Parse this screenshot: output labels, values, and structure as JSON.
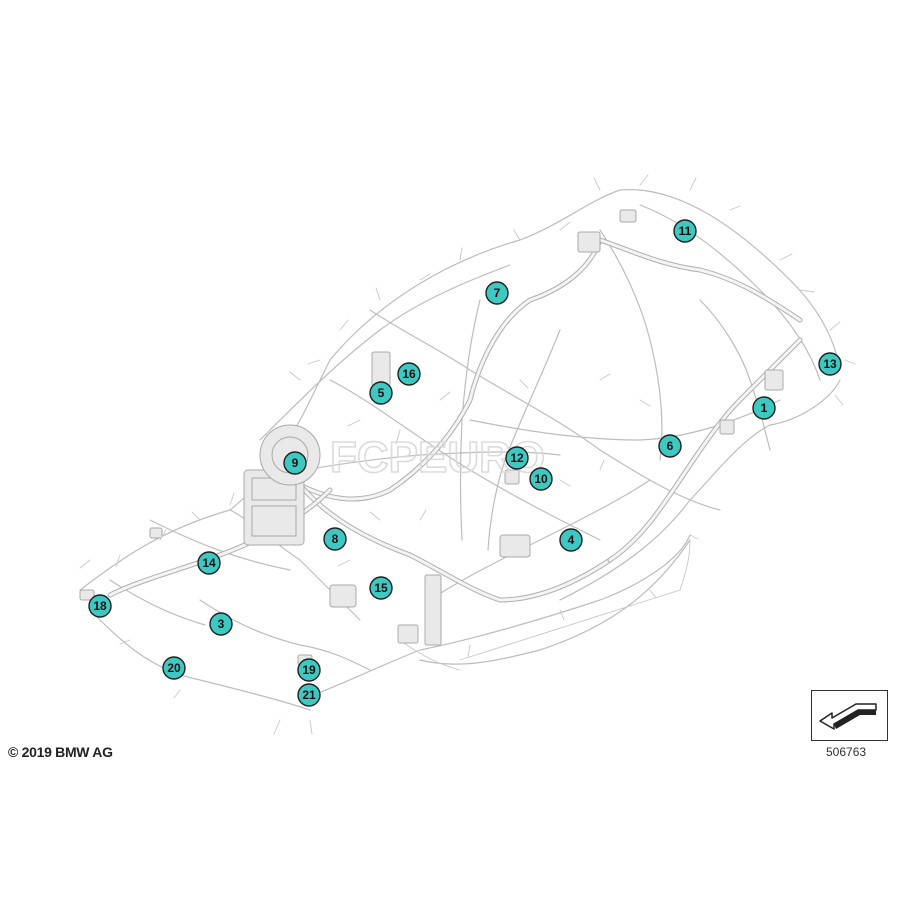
{
  "diagram": {
    "callouts": [
      "1",
      "3",
      "4",
      "5",
      "6",
      "7",
      "8",
      "9",
      "10",
      "11",
      "12",
      "13",
      "14",
      "15",
      "16",
      "18",
      "19",
      "20",
      "21"
    ],
    "watermark": "FCPEURO",
    "copyright": "© 2019 BMW AG",
    "reference_number": "506763"
  }
}
